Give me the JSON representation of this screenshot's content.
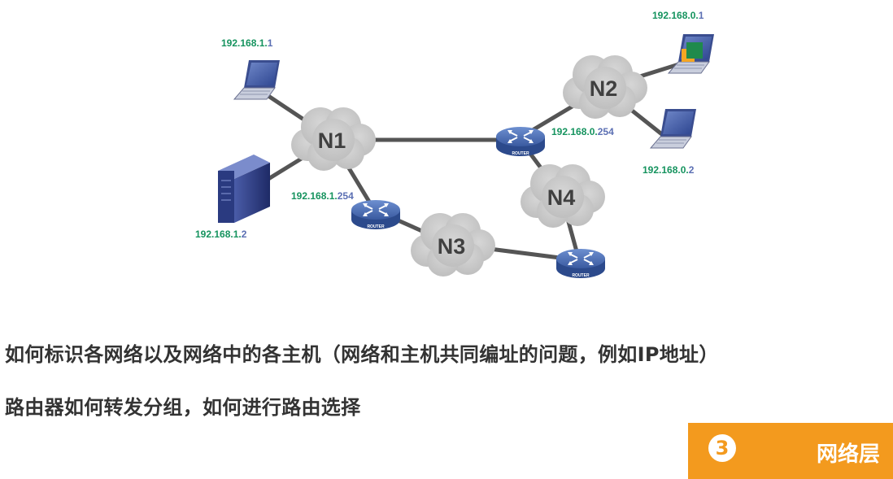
{
  "diagram": {
    "clouds": {
      "n1": "N1",
      "n2": "N2",
      "n3": "N3",
      "n4": "N4"
    },
    "router_caption": "ROUTER",
    "ips": {
      "host_1_1": {
        "prefix": "192.168.1.",
        "suffix": "1"
      },
      "host_1_2": {
        "prefix": "192.168.1.",
        "suffix": "2"
      },
      "router_1_254": {
        "prefix": "192.168.1.",
        "suffix": "254"
      },
      "router_0_254": {
        "prefix": "192.168.0.",
        "suffix": "254"
      },
      "host_0_1": {
        "prefix": "192.168.0.",
        "suffix": "1"
      },
      "host_0_2": {
        "prefix": "192.168.0.",
        "suffix": "2"
      }
    },
    "colors": {
      "ip_prefix": "#15935e",
      "ip_suffix": "#5b6fb3",
      "cloud": "#c8c8c8",
      "link": "#555555",
      "router": "#3f60a8"
    }
  },
  "text": {
    "line1": "如何标识各网络以及网络中的各主机（网络和主机共同编址的问题，例如IP地址）",
    "line2": "路由器如何转发分组，如何进行路由选择"
  },
  "layer": {
    "number": "3",
    "title": "网络层",
    "color": "#f39a1e"
  }
}
